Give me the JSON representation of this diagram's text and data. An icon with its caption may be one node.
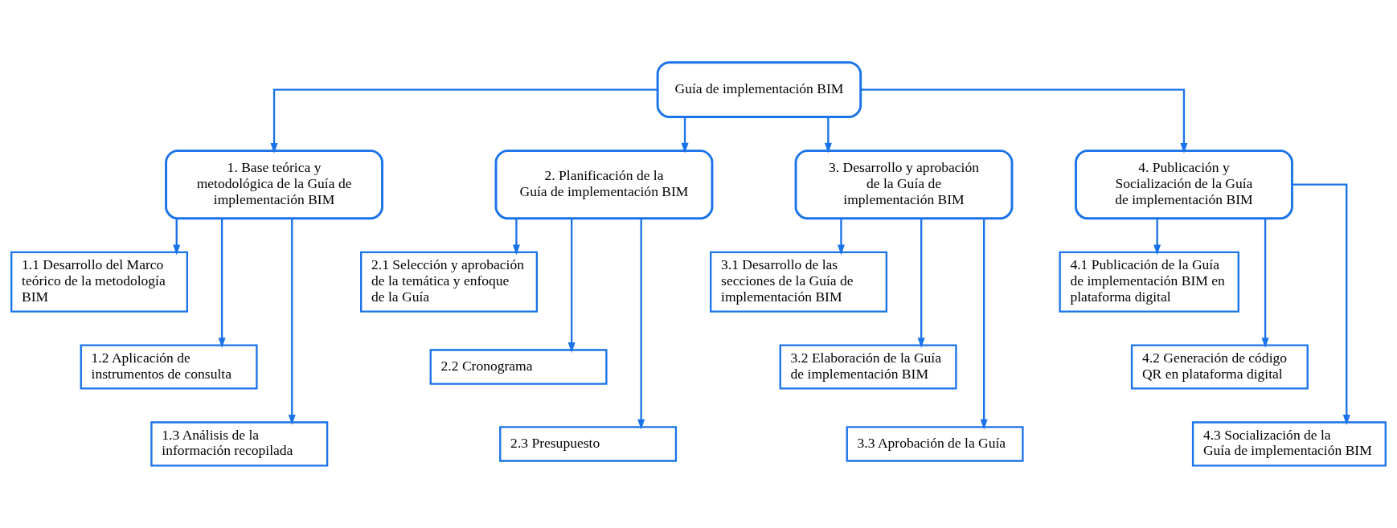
{
  "diagram": {
    "nodes": [
      {
        "text": [
          "Guía de implementación BIM"
        ]
      },
      {
        "text": [
          "1. Base teórica y metodológica de la Guía de implementación BIM"
        ]
      },
      {
        "text": [
          "2. Planificación de la Guía de implementación BIM"
        ]
      },
      {
        "text": [
          "3. Desarrollo y aprobación de la Guía de implementación BIM"
        ]
      },
      {
        "text": [
          "4. Publicación y Socialización de la Guía de implementación BIM"
        ]
      },
      {
        "text": [
          "1.1 Desarrollo del Marco teórico de la metodología BIM"
        ]
      },
      {
        "text": [
          "1.2 Aplicación de instrumentos de consulta"
        ]
      },
      {
        "text": [
          "1.3 Análisis de la información recopilada"
        ]
      },
      {
        "text": [
          "2.1 Selección y aprobación de la temática y enfoque de la Guía"
        ]
      },
      {
        "text": [
          "2.2 Cronograma"
        ]
      },
      {
        "text": [
          "2.3 Presupuesto"
        ]
      },
      {
        "text": [
          "3.1 Desarrollo de las secciones de la Guía de implementación BIM"
        ]
      },
      {
        "text": [
          "3.2 Elaboración de la Guía de implementación BIM"
        ]
      },
      {
        "text": [
          "3.3 Aprobación de la Guía"
        ]
      },
      {
        "text": [
          "4.1 Publicación de la Guía de implementación BIM en plataforma digital"
        ]
      },
      {
        "text": [
          "4.2 Generación de código QR en plataforma digital"
        ]
      },
      {
        "text": [
          "4.3 Socialización de la Guía de implementación BIM"
        ]
      }
    ],
    "edges": [
      {
        "from": 0,
        "to": 1,
        "arrow": "to"
      },
      {
        "from": 0,
        "to": 2,
        "arrow": "to"
      },
      {
        "from": 0,
        "to": 3,
        "arrow": "to"
      },
      {
        "from": 0,
        "to": 4,
        "arrow": "to"
      },
      {
        "from": 1,
        "to": 5,
        "arrow": "to"
      },
      {
        "from": 1,
        "to": 6,
        "arrow": "to"
      },
      {
        "from": 1,
        "to": 7,
        "arrow": "to"
      },
      {
        "from": 2,
        "to": 8,
        "arrow": "to"
      },
      {
        "from": 2,
        "to": 9,
        "arrow": "to"
      },
      {
        "from": 2,
        "to": 10,
        "arrow": "to"
      },
      {
        "from": 3,
        "to": 11,
        "arrow": "to"
      },
      {
        "from": 3,
        "to": 12,
        "arrow": "to"
      },
      {
        "from": 3,
        "to": 13,
        "arrow": "to"
      },
      {
        "from": 4,
        "to": 14,
        "arrow": "to"
      },
      {
        "from": 4,
        "to": 15,
        "arrow": "to"
      },
      {
        "from": 4,
        "to": 16,
        "arrow": "to"
      }
    ]
  }
}
